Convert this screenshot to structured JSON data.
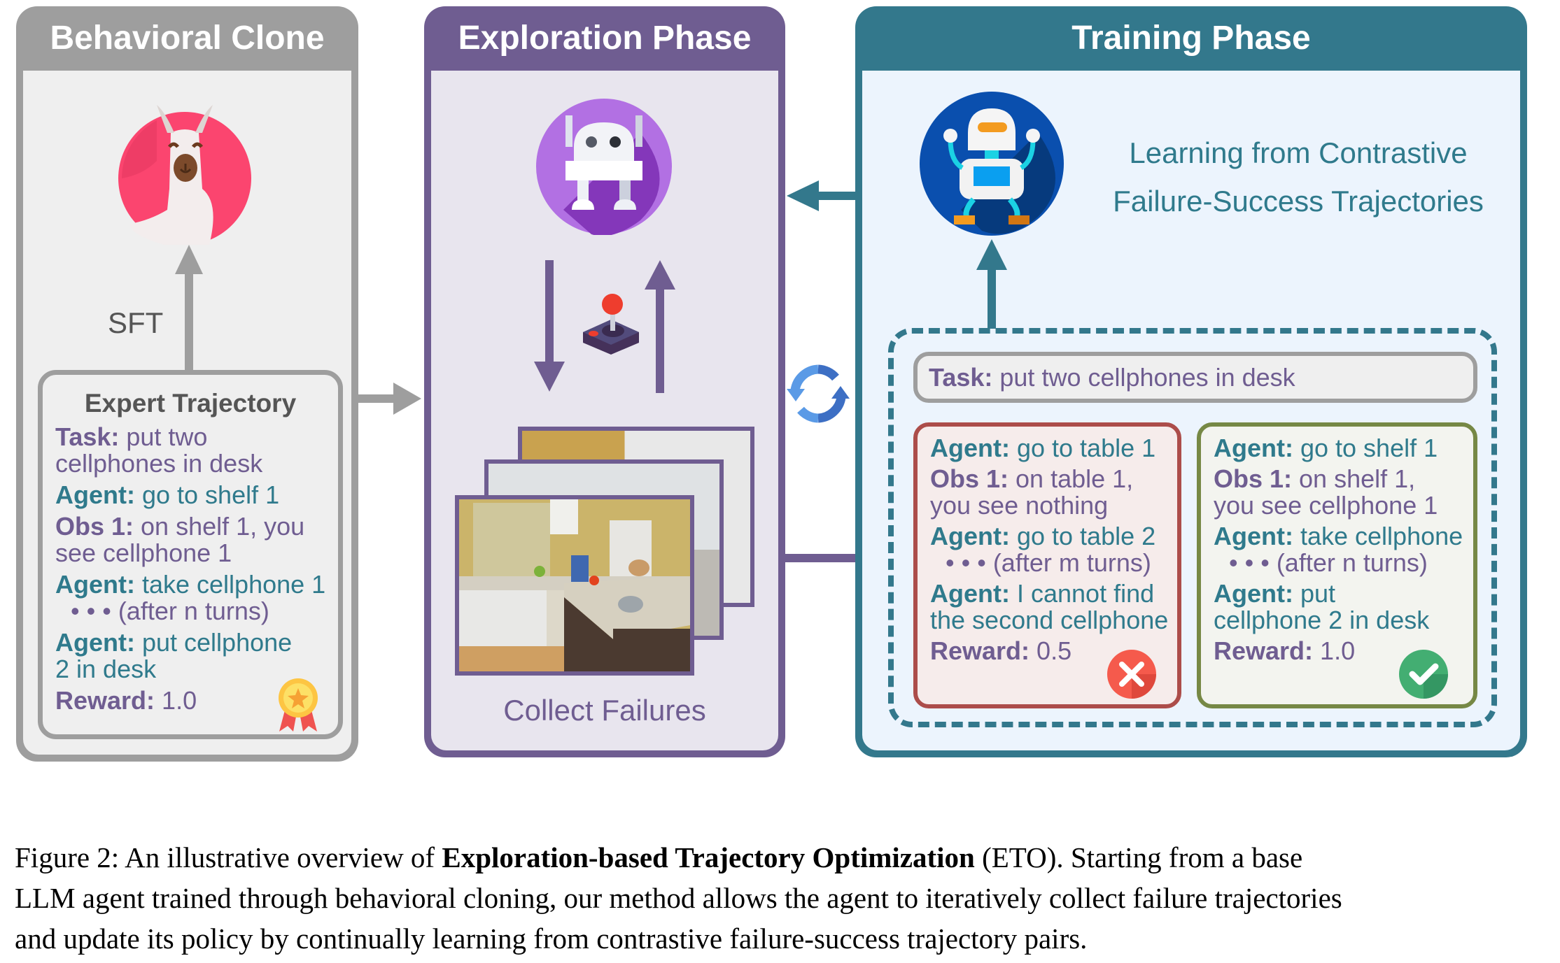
{
  "panels": {
    "behavioral_clone": {
      "title": "Behavioral Clone",
      "sft_label": "SFT",
      "expert_trajectory": {
        "title": "Expert Trajectory",
        "lines": [
          {
            "label": "Task:",
            "text": "put two",
            "role": "task"
          },
          {
            "label": "",
            "text": "cellphones in desk",
            "role": "task"
          },
          {
            "label": "Agent:",
            "text": "go to shelf 1",
            "role": "agent"
          },
          {
            "label": "Obs 1:",
            "text": "on shelf 1, you",
            "role": "obs"
          },
          {
            "label": "",
            "text": "see cellphone 1",
            "role": "obs"
          },
          {
            "label": "Agent:",
            "text": "take cellphone 1",
            "role": "agent"
          },
          {
            "label": "",
            "text": "• • • (after n turns)",
            "role": "obs"
          },
          {
            "label": "Agent:",
            "text": "put cellphone",
            "role": "agent"
          },
          {
            "label": "",
            "text": "2 in desk",
            "role": "agent"
          },
          {
            "label": "Reward:",
            "text": "1.0",
            "role": "reward"
          }
        ],
        "badge_icon": "medal-icon"
      },
      "icon": "llama-icon"
    },
    "exploration": {
      "title": "Exploration Phase",
      "icon": "robot-icon",
      "env_icon": "joystick-icon",
      "images_label": "kitchen-environment-screenshots",
      "caption": "Collect Failures"
    },
    "training": {
      "title": "Training Phase",
      "icon": "trained-robot-icon",
      "description_line1": "Learning from Contrastive",
      "description_line2": "Failure-Success Trajectories",
      "task": {
        "label": "Task:",
        "text": "put two cellphones in desk"
      },
      "failure": {
        "lines": [
          {
            "label": "Agent:",
            "text": "go to table 1",
            "role": "agent"
          },
          {
            "label": "Obs 1:",
            "text": "on table 1,",
            "role": "obs"
          },
          {
            "label": "",
            "text": "you see nothing",
            "role": "obs"
          },
          {
            "label": "Agent:",
            "text": "go to table 2",
            "role": "agent"
          },
          {
            "label": "",
            "text": "• • •  (after m turns)",
            "role": "obs"
          },
          {
            "label": "Agent:",
            "text": "I cannot find",
            "role": "agent"
          },
          {
            "label": "",
            "text": "the second cellphone",
            "role": "agent"
          },
          {
            "label": "Reward:",
            "text": "0.5",
            "role": "reward"
          }
        ],
        "status_icon": "cross-icon"
      },
      "success": {
        "lines": [
          {
            "label": "Agent:",
            "text": "go to shelf 1",
            "role": "agent"
          },
          {
            "label": "Obs 1:",
            "text": "on shelf 1,",
            "role": "obs"
          },
          {
            "label": "",
            "text": "you see cellphone 1",
            "role": "obs"
          },
          {
            "label": "Agent:",
            "text": "take cellphone",
            "role": "agent"
          },
          {
            "label": "",
            "text": "• • •  (after n turns)",
            "role": "obs"
          },
          {
            "label": "Agent:",
            "text": "put",
            "role": "agent"
          },
          {
            "label": "",
            "text": "cellphone 2 in desk",
            "role": "agent"
          },
          {
            "label": "Reward:",
            "text": "1.0",
            "role": "reward"
          }
        ],
        "status_icon": "check-icon"
      }
    }
  },
  "loop_icon": "sync-icon",
  "caption": {
    "line1_prefix": "Figure 2: An illustrative overview of ",
    "line1_bold": "Exploration-based Trajectory Optimization",
    "line1_suffix": " (ETO). Starting from a base",
    "line2": "LLM agent trained through behavioral cloning, our method allows the agent to iteratively collect failure trajectories",
    "line3": "and update its policy by continually learning from contrastive failure-success trajectory pairs."
  },
  "colors": {
    "gray": "#9e9e9e",
    "purple": "#6f5d91",
    "teal": "#33788c",
    "red": "#ac4d4a",
    "green": "#768845"
  }
}
